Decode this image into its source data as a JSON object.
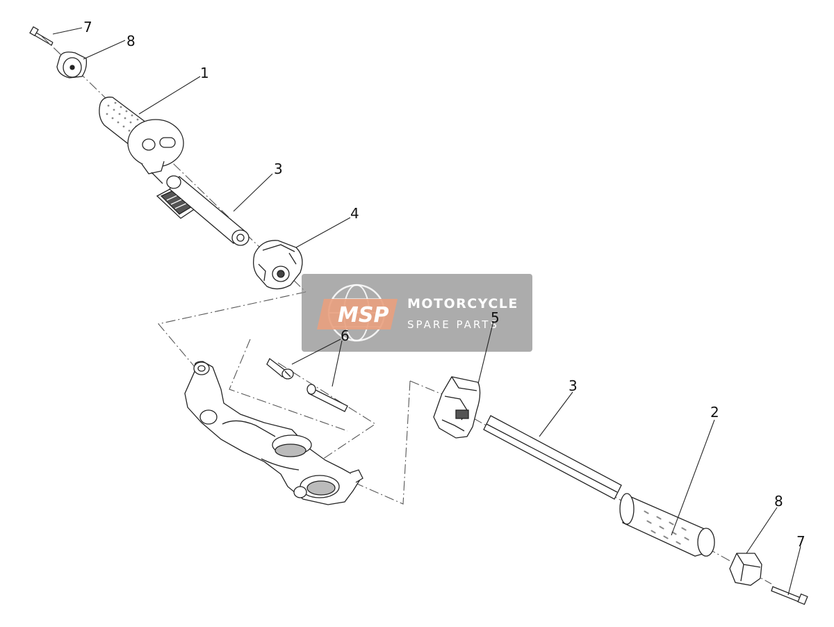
{
  "callouts": [
    {
      "id": "c7a",
      "label": "7"
    },
    {
      "id": "c8a",
      "label": "8"
    },
    {
      "id": "c1",
      "label": "1"
    },
    {
      "id": "c3a",
      "label": "3"
    },
    {
      "id": "c4",
      "label": "4"
    },
    {
      "id": "c5",
      "label": "5"
    },
    {
      "id": "c6",
      "label": "6"
    },
    {
      "id": "c3b",
      "label": "3"
    },
    {
      "id": "c2",
      "label": "2"
    },
    {
      "id": "c8b",
      "label": "8"
    },
    {
      "id": "c7b",
      "label": "7"
    }
  ],
  "watermark": {
    "logo": "MSP",
    "line1": "MOTORCYCLE",
    "line2": "SPARE PARTS"
  },
  "colors": {
    "line": "#222222",
    "dash": "#555555",
    "watermark_bg": "#8c8c8c",
    "watermark_logo": "#e9a07e"
  }
}
